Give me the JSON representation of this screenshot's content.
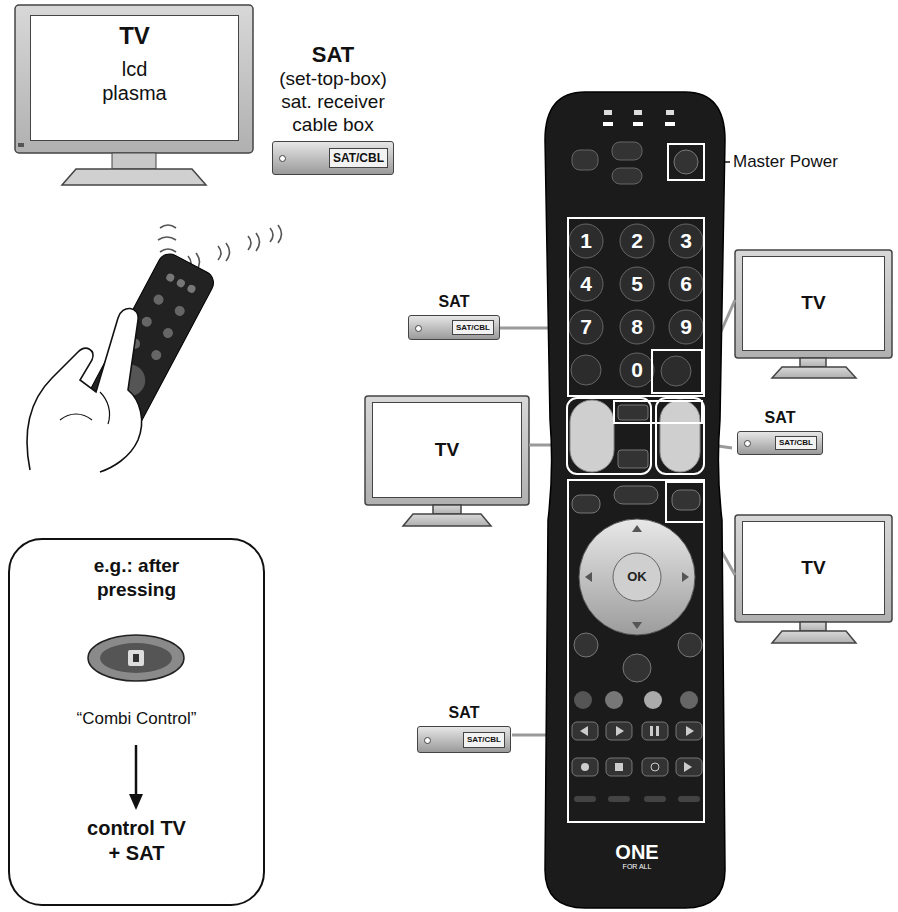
{
  "diagram": {
    "nodes": [
      {
        "text": [
          "TV",
          "lcd plasma"
        ]
      },
      {
        "text": [
          "SAT",
          "(set-top-box) sat. receiver cable box",
          "SAT/CBL"
        ]
      },
      {
        "text": [
          "TV"
        ]
      },
      {
        "text": [
          "SAT",
          "SAT/CBL"
        ]
      },
      {
        "text": [
          "TV"
        ]
      },
      {
        "text": [
          "SAT",
          "SAT/CBL"
        ]
      },
      {
        "text": [
          "TV"
        ]
      },
      {
        "text": [
          "e.g.: after pressing",
          "“Combi Control”",
          "control TV + SAT"
        ]
      },
      {
        "text": [
          "SAT",
          "SAT/CBL"
        ]
      }
    ],
    "labels": [
      "Master Power",
      "1",
      "2",
      "3",
      "4",
      "5",
      "6",
      "7",
      "8",
      "9",
      "0",
      "OK",
      "ONE",
      "FOR ALL"
    ]
  }
}
